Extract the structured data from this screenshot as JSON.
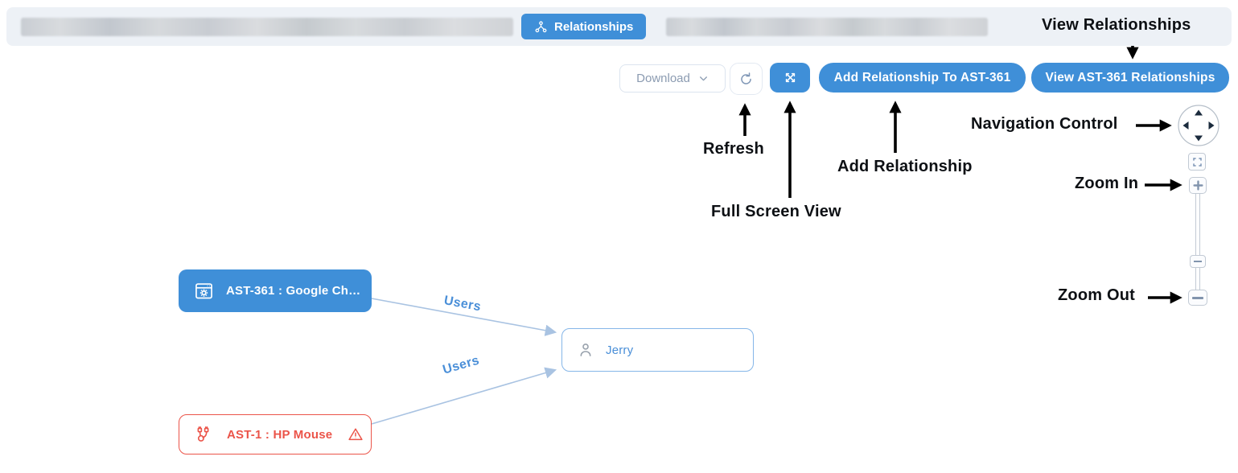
{
  "topbar": {
    "relationships_tab": "Relationships"
  },
  "toolbar": {
    "download_label": "Download",
    "add_relationship_label": "Add Relationship To AST-361",
    "view_relationships_label": "View AST-361 Relationships"
  },
  "annotations": {
    "view_relationships": "View Relationships",
    "refresh": "Refresh",
    "full_screen_view": "Full Screen View",
    "add_relationship": "Add Relationship",
    "navigation_control": "Navigation Control",
    "zoom_in": "Zoom In",
    "zoom_out": "Zoom Out"
  },
  "graph": {
    "nodes": [
      {
        "id": "AST-361",
        "label": "AST-361 : Google Ch…",
        "type": "application",
        "style": "filled-blue"
      },
      {
        "id": "Jerry",
        "label": "Jerry",
        "type": "user",
        "style": "outlined-blue"
      },
      {
        "id": "AST-1",
        "label": "AST-1 : HP Mouse",
        "type": "asset",
        "style": "outlined-red",
        "warning": true
      }
    ],
    "edges": [
      {
        "from": "AST-361",
        "to": "Jerry",
        "label": "Users"
      },
      {
        "from": "AST-1",
        "to": "Jerry",
        "label": "Users"
      }
    ]
  },
  "icons": {
    "relationships": "network-nodes-icon",
    "download_chevron": "chevron-down-icon",
    "refresh": "refresh-icon",
    "full_screen": "expand-arrows-icon",
    "application_node": "app-window-gear-icon",
    "user_node": "person-icon",
    "asset_node": "plug-dongle-icon",
    "warning": "warning-triangle-icon",
    "navigation": "directional-pad-icon",
    "fit_view": "fit-screen-icon",
    "zoom_in": "plus-icon",
    "zoom_out": "minus-icon"
  },
  "colors": {
    "accent_blue": "#3f8fd8",
    "alert_red": "#eb5449",
    "edge_line": "#a9c3e2",
    "edge_label": "#4a8fd8",
    "annotation_text": "#0d1014",
    "topbar_bg": "#edf1f6"
  }
}
